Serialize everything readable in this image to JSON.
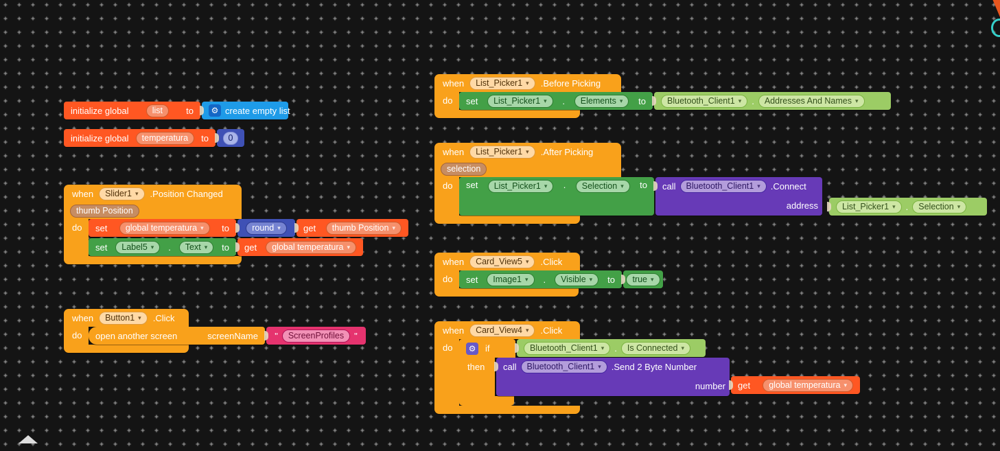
{
  "kw": {
    "when": "when",
    "do": "do",
    "set": "set",
    "get": "get",
    "to": "to",
    "call": "call",
    "if": "if",
    "then": "then",
    "dot": ".",
    "init_global": "initialize global",
    "open_screen": "open another screen",
    "screenName": "screenName",
    "address": "address",
    "number": "number",
    "quote": "\""
  },
  "icons": {
    "gear": "⚙",
    "dropdown": "▾",
    "scroll_up": "▲"
  },
  "colors": {
    "background": "#141414",
    "grid": "#8F8F8F",
    "event": "#F9A11B",
    "variable": "#FF5722",
    "math": "#3F51B5",
    "list": "#1E9BE8",
    "component_set": "#43A047",
    "component_get": "#9CCC65",
    "logic": "#43A047",
    "text": "#E5336E",
    "procedure": "#673AB7"
  },
  "blocks": {
    "init_list": {
      "name": "list",
      "value_label": "create empty list"
    },
    "init_temp": {
      "name": "temperatura",
      "value": "0"
    },
    "slider": {
      "component": "Slider1",
      "event": ".Position Changed",
      "param": "thumb Position",
      "set_var": "global temperatura",
      "round": "round",
      "get_param": "thumb Position",
      "label_component": "Label5",
      "label_prop": "Text",
      "get_var": "global temperatura"
    },
    "button": {
      "component": "Button1",
      "event": ".Click",
      "text_value": "ScreenProfiles"
    },
    "before_picking": {
      "component": "List_Picker1",
      "event": ".Before Picking",
      "set_component": "List_Picker1",
      "set_prop": "Elements",
      "get_component": "Bluetooth_Client1",
      "get_prop": "Addresses And Names"
    },
    "after_picking": {
      "component": "List_Picker1",
      "event": ".After Picking",
      "param": "selection",
      "set_component": "List_Picker1",
      "set_prop": "Selection",
      "call_component": "Bluetooth_Client1",
      "call_method": ".Connect",
      "arg_component": "List_Picker1",
      "arg_prop": "Selection"
    },
    "card5": {
      "component": "Card_View5",
      "event": ".Click",
      "set_component": "Image1",
      "set_prop": "Visible",
      "value": "true"
    },
    "card4": {
      "component": "Card_View4",
      "event": ".Click",
      "cond_component": "Bluetooth_Client1",
      "cond_prop": "Is Connected",
      "call_component": "Bluetooth_Client1",
      "call_method": ".Send 2 Byte Number",
      "get_var": "global temperatura"
    }
  }
}
